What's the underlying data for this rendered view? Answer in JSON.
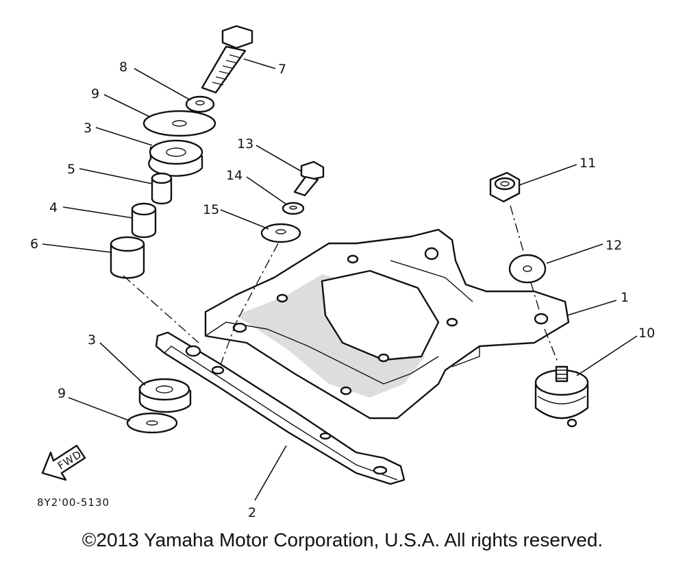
{
  "callouts": {
    "c1": "1",
    "c2": "2",
    "c3a": "3",
    "c3b": "3",
    "c4": "4",
    "c5": "5",
    "c6": "6",
    "c7": "7",
    "c8": "8",
    "c9a": "9",
    "c9b": "9",
    "c10": "10",
    "c11": "11",
    "c12": "12",
    "c13": "13",
    "c14": "14",
    "c15": "15"
  },
  "fwd_label": "FWD",
  "reference_code": "8Y2'00-5130",
  "copyright": "©2013 Yamaha Motor Corporation, U.S.A. All rights reserved."
}
